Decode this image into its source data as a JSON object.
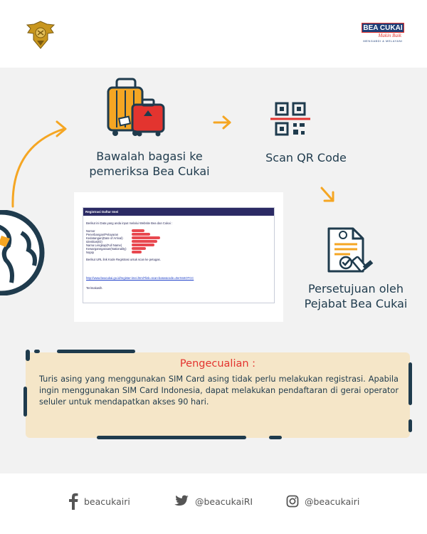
{
  "steps": {
    "luggage_label": "Bawalah bagasi ke pemeriksa Bea Cukai",
    "scan_label": "Scan QR Code",
    "approval_label": "Persetujuan oleh Pejabat Bea Cukai"
  },
  "brand": {
    "name": "BEA CUKAI",
    "tagline": "Makin Baik",
    "subtitle": "MENGABDI & MELAYANI"
  },
  "registration_card": {
    "header": "Registrasi Daftar Imei",
    "intro": "Berikut ini Data yang anda input melalui Website Bea dan Cukai :",
    "fields": [
      "Nomor",
      "Penerbangan/Pelayaran",
      "Kedatangan(Date of Arrival)",
      "Identitas(ID)",
      "Nama Lengkap(Full Name)",
      "Kewarganegaraan(Nationality)",
      "Nopip"
    ],
    "url_note": "Berikut URL link Kode Registrasi untuk scan ke petugas.",
    "url": "http://www.beacukai.go.id/register-imei.html?link=scan-base&code=ZerXsKOTCC",
    "closing": "Terimakasih."
  },
  "note": {
    "title": "Pengecualian :",
    "body": "Turis asing yang menggunakan SIM Card asing tidak perlu melakukan registrasi. Apabila ingin menggunakan SIM Card Indonesia, dapat melakukan pendaftaran di gerai operator seluler untuk mendapatkan akses 90 hari."
  },
  "social": {
    "facebook": "beacukairi",
    "twitter": "@beacukaiRI",
    "instagram": "@beacukairi"
  },
  "colors": {
    "navy": "#1f3b4d",
    "orange": "#f5a623",
    "red": "#e3342f",
    "note_bg": "#f5e6c8",
    "panel_bg": "#f2f2f2"
  }
}
